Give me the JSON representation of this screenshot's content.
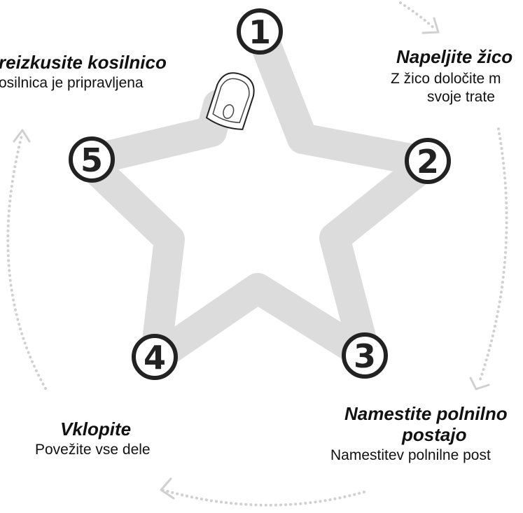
{
  "colors": {
    "star": "#dcdcdc",
    "arrows": "#d0d0d0",
    "circle_fill": "#ffffff",
    "circle_stroke": "#222222"
  },
  "steps": [
    {
      "number": "1",
      "title": "",
      "desc": ""
    },
    {
      "number": "2",
      "title": "Napeljite žico",
      "desc": "Z žico določite m",
      "desc2": "svoje trate"
    },
    {
      "number": "3",
      "title": "Namestite polnilno",
      "title2": "postajo",
      "desc": "Namestitev polnilne post"
    },
    {
      "number": "4",
      "title": "Vklopite",
      "desc": "Povežite vse dele"
    },
    {
      "number": "5",
      "title": "reizkusite kosilnico",
      "desc": "osilnica je pripravljena"
    }
  ],
  "icons": {
    "mower": "robot-mower-icon"
  }
}
